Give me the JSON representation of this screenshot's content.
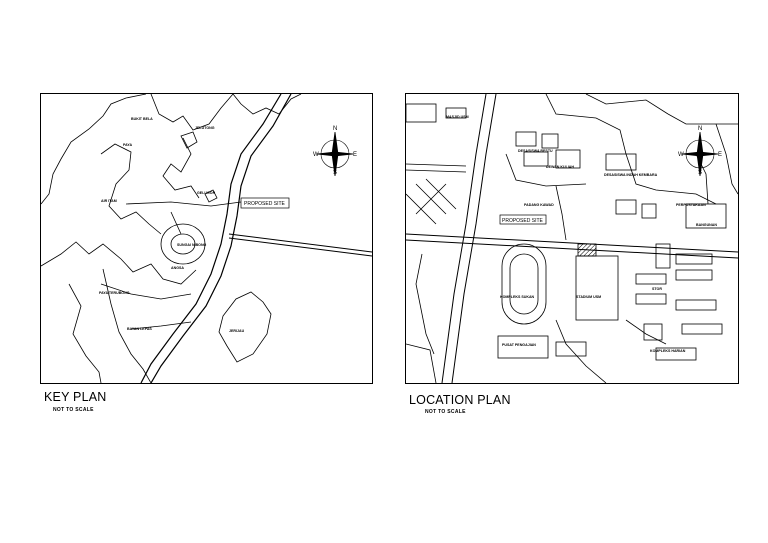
{
  "key_plan": {
    "title": "KEY PLAN",
    "scale_note": "NOT TO SCALE",
    "proposed_site": "PROPOSED SITE",
    "place_labels": [
      "BUKIT BELA",
      "JELUTONG",
      "PAYA",
      "AIR ITAM",
      "GELUGOR",
      "ANGSA",
      "BAYAN LEPAS",
      "PAYA TERUBONG",
      "JERIJAU",
      "SUNGAI NIBONG"
    ],
    "compass": {
      "n": "N",
      "s": "S",
      "e": "E",
      "w": "W"
    }
  },
  "location_plan": {
    "title": "LOCATION PLAN",
    "scale_note": "NOT TO SCALE",
    "proposed_site": "PROPOSED SITE",
    "place_labels": [
      "MASJID USM",
      "DESASISWA RESTU",
      "DEWAN KULIAH",
      "PADANG KAWAD",
      "KOMPLEKS SUKAN",
      "STADIUM USM",
      "PUSAT PENGAJIAN",
      "DESASISWA INDAH KEMBARA",
      "PERPUSTAKAAN",
      "BANGUNAN",
      "STOR",
      "KOMPLEKS HARIAN"
    ],
    "compass": {
      "n": "N",
      "s": "S",
      "e": "E",
      "w": "W"
    }
  }
}
